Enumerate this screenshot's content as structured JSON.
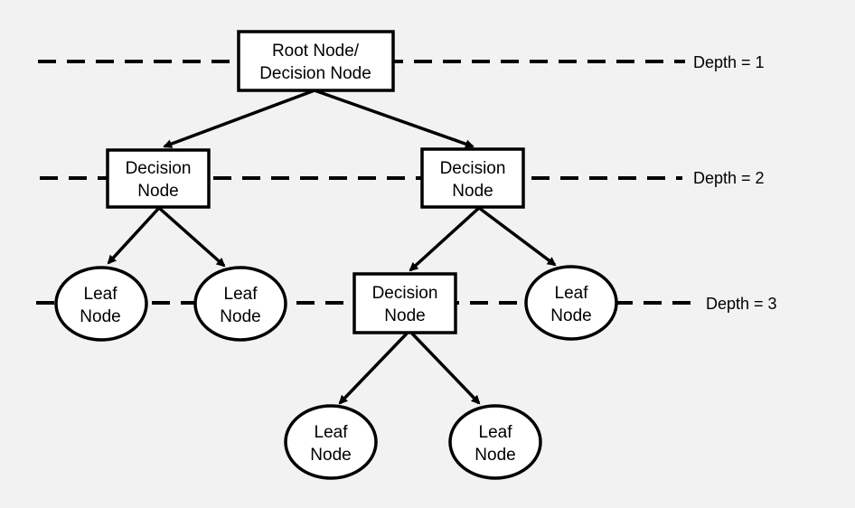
{
  "diagram": {
    "background": "#f2f2f2",
    "stroke_color": "#000000",
    "node_fill": "#ffffff",
    "depth_labels": [
      "Depth = 1",
      "Depth = 2",
      "Depth = 3"
    ],
    "nodes": {
      "root": {
        "shape": "box",
        "lines": [
          "Root Node/",
          "Decision Node"
        ]
      },
      "decision_left": {
        "shape": "box",
        "lines": [
          "Decision",
          "Node"
        ]
      },
      "decision_right": {
        "shape": "box",
        "lines": [
          "Decision",
          "Node"
        ]
      },
      "leaf_1": {
        "shape": "ellipse",
        "lines": [
          "Leaf",
          "Node"
        ]
      },
      "leaf_2": {
        "shape": "ellipse",
        "lines": [
          "Leaf",
          "Node"
        ]
      },
      "decision_mid": {
        "shape": "box",
        "lines": [
          "Decision",
          "Node"
        ]
      },
      "leaf_3": {
        "shape": "ellipse",
        "lines": [
          "Leaf",
          "Node"
        ]
      },
      "leaf_4": {
        "shape": "ellipse",
        "lines": [
          "Leaf",
          "Node"
        ]
      },
      "leaf_5": {
        "shape": "ellipse",
        "lines": [
          "Leaf",
          "Node"
        ]
      }
    },
    "edges": [
      [
        "root",
        "decision_left"
      ],
      [
        "root",
        "decision_right"
      ],
      [
        "decision_left",
        "leaf_1"
      ],
      [
        "decision_left",
        "leaf_2"
      ],
      [
        "decision_right",
        "decision_mid"
      ],
      [
        "decision_right",
        "leaf_3"
      ],
      [
        "decision_mid",
        "leaf_4"
      ],
      [
        "decision_mid",
        "leaf_5"
      ]
    ]
  }
}
